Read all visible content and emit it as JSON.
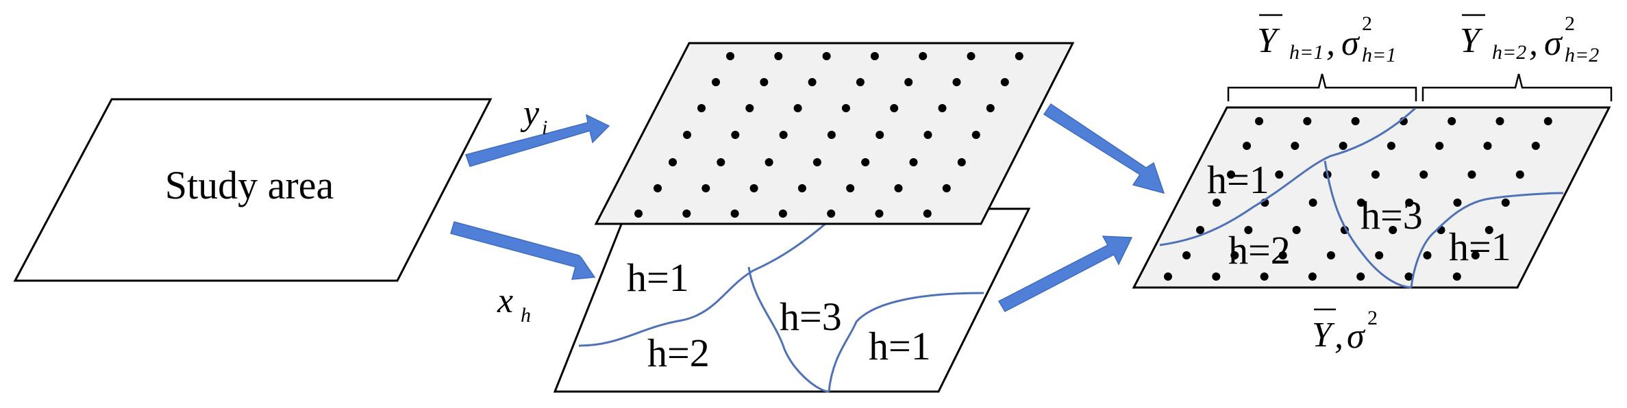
{
  "study_area": {
    "label": "Study area"
  },
  "inputs": {
    "y": {
      "symbol": "y",
      "subscript": "i"
    },
    "x": {
      "symbol": "x",
      "subscript": "h"
    }
  },
  "strata": {
    "stratum_1": "h=1",
    "stratum_2": "h=2",
    "stratum_3": "h=3"
  },
  "estimates": {
    "group_1": {
      "mean": "Y",
      "mean_sub": "h=1",
      "sep": ",",
      "var": "σ",
      "var_sup": "2",
      "var_sub": "h=1"
    },
    "group_2": {
      "mean": "Y",
      "mean_sub": "h=2",
      "sep": ",",
      "var": "σ",
      "var_sup": "2",
      "var_sub": "h=2"
    },
    "overall": {
      "mean": "Y",
      "sep": ",",
      "var": "σ",
      "var_sup": "2"
    }
  }
}
